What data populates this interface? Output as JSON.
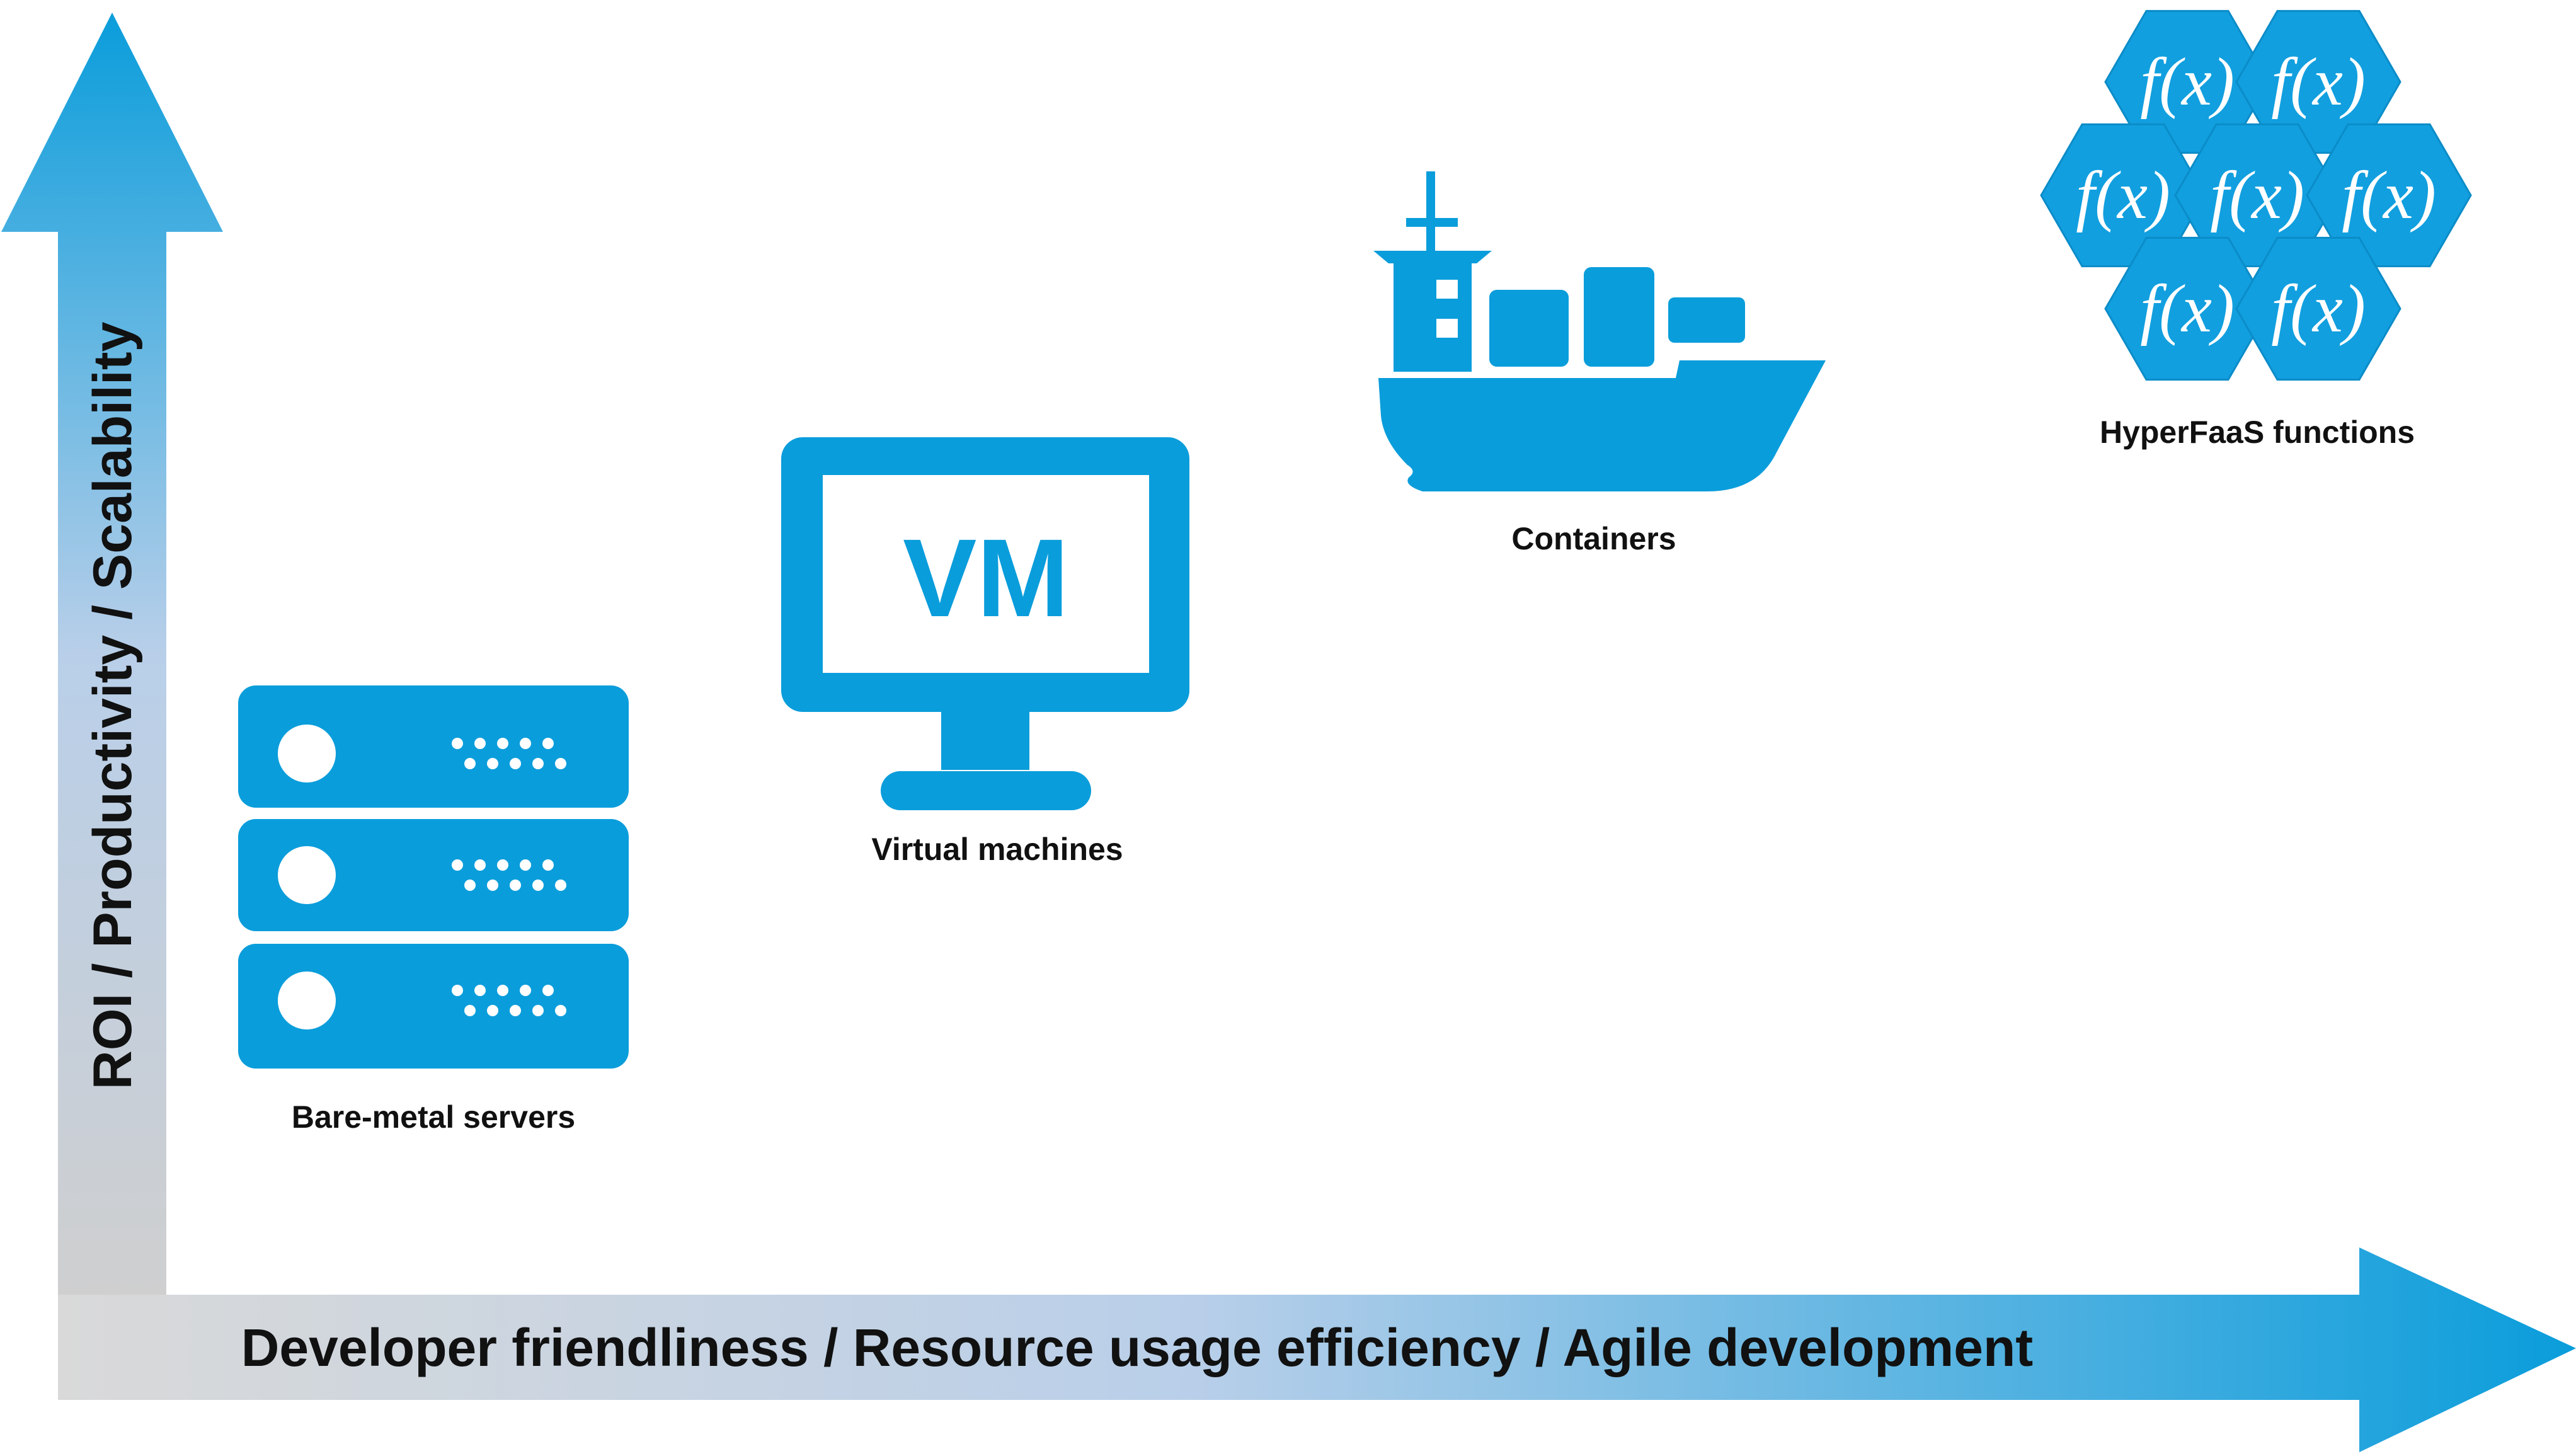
{
  "axes": {
    "y_label": "ROI / Productivity / Scalability",
    "x_label": "Developer friendliness / Resource usage efficiency / Agile development"
  },
  "items": [
    {
      "id": "bare-metal",
      "label": "Bare-metal servers"
    },
    {
      "id": "vm",
      "label": "Virtual machines",
      "icon_text": "VM"
    },
    {
      "id": "containers",
      "label": "Containers"
    },
    {
      "id": "faas",
      "label": "HyperFaaS functions",
      "hex_labels": [
        "f(x)",
        "f(x)",
        "f(x)",
        "f(x)",
        "f(x)",
        "f(x)",
        "f(x)"
      ]
    }
  ],
  "colors": {
    "accent": "#0a9ddb",
    "arrow_start": "#d9d9d9",
    "arrow_mid": "#b9cfe9",
    "arrow_end": "#0a9ddb",
    "hex_fill": "#119fdf",
    "text": "#111111"
  }
}
